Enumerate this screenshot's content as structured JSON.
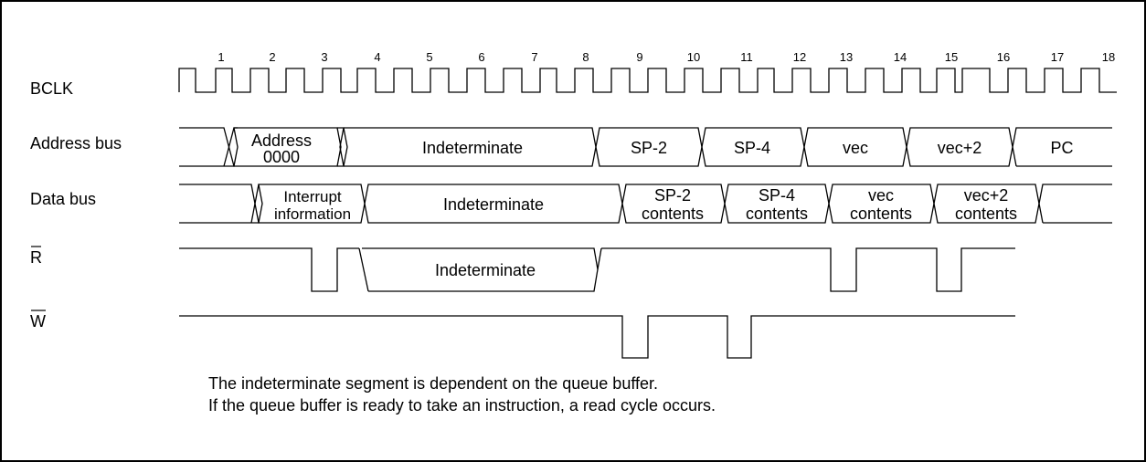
{
  "signals": {
    "bclk": "BCLK",
    "address_bus": "Address bus",
    "data_bus": "Data bus",
    "r": "R",
    "w": "W"
  },
  "cycle_numbers": [
    "1",
    "2",
    "3",
    "4",
    "5",
    "6",
    "7",
    "8",
    "9",
    "10",
    "11",
    "12",
    "13",
    "14",
    "15",
    "16",
    "17",
    "18"
  ],
  "address_bus_segments": {
    "address_line1": "Address",
    "address_line2": "0000",
    "indeterminate": "Indeterminate",
    "sp2": "SP-2",
    "sp4": "SP-4",
    "vec": "vec",
    "vec2": "vec+2",
    "pc": "PC"
  },
  "data_bus_segments": {
    "interrupt_line1": "Interrupt",
    "interrupt_line2": "information",
    "indeterminate": "Indeterminate",
    "sp2_line1": "SP-2",
    "sp2_line2": "contents",
    "sp4_line1": "SP-4",
    "sp4_line2": "contents",
    "vec_line1": "vec",
    "vec_line2": "contents",
    "vec2_line1": "vec+2",
    "vec2_line2": "contents"
  },
  "r_segments": {
    "indeterminate": "Indeterminate"
  },
  "notes": [
    "The indeterminate segment is dependent on the queue buffer.",
    "If the queue buffer is ready to take an instruction, a read cycle occurs."
  ]
}
